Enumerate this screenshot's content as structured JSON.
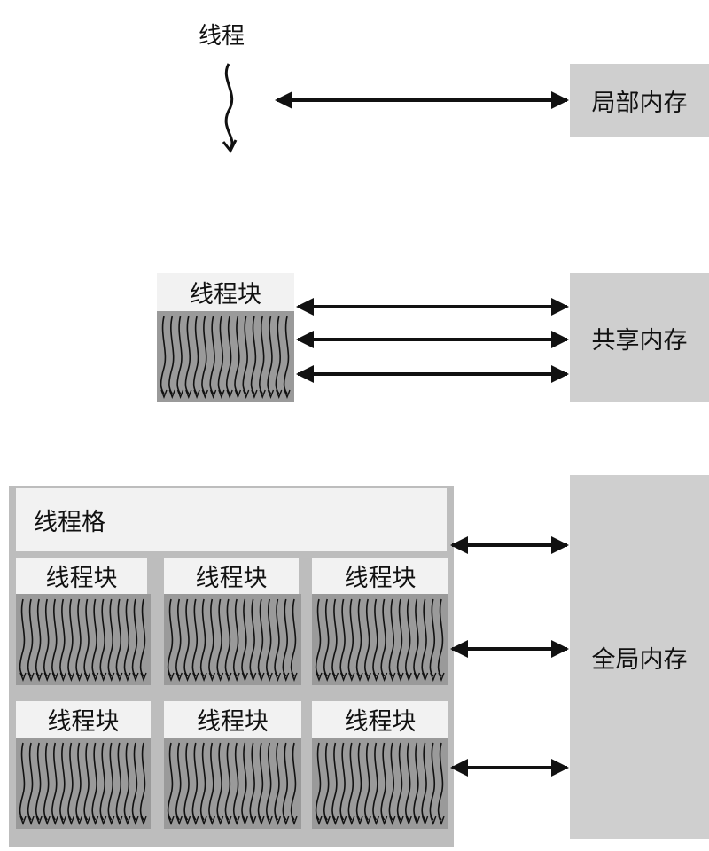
{
  "thread": {
    "label": "线程"
  },
  "local_memory": {
    "label": "局部内存"
  },
  "shared_memory": {
    "label": "共享内存"
  },
  "global_memory": {
    "label": "全局内存"
  },
  "single_block": {
    "label": "线程块"
  },
  "grid": {
    "label": "线程格",
    "blocks": [
      {
        "label": "线程块"
      },
      {
        "label": "线程块"
      },
      {
        "label": "线程块"
      },
      {
        "label": "线程块"
      },
      {
        "label": "线程块"
      },
      {
        "label": "线程块"
      }
    ]
  }
}
